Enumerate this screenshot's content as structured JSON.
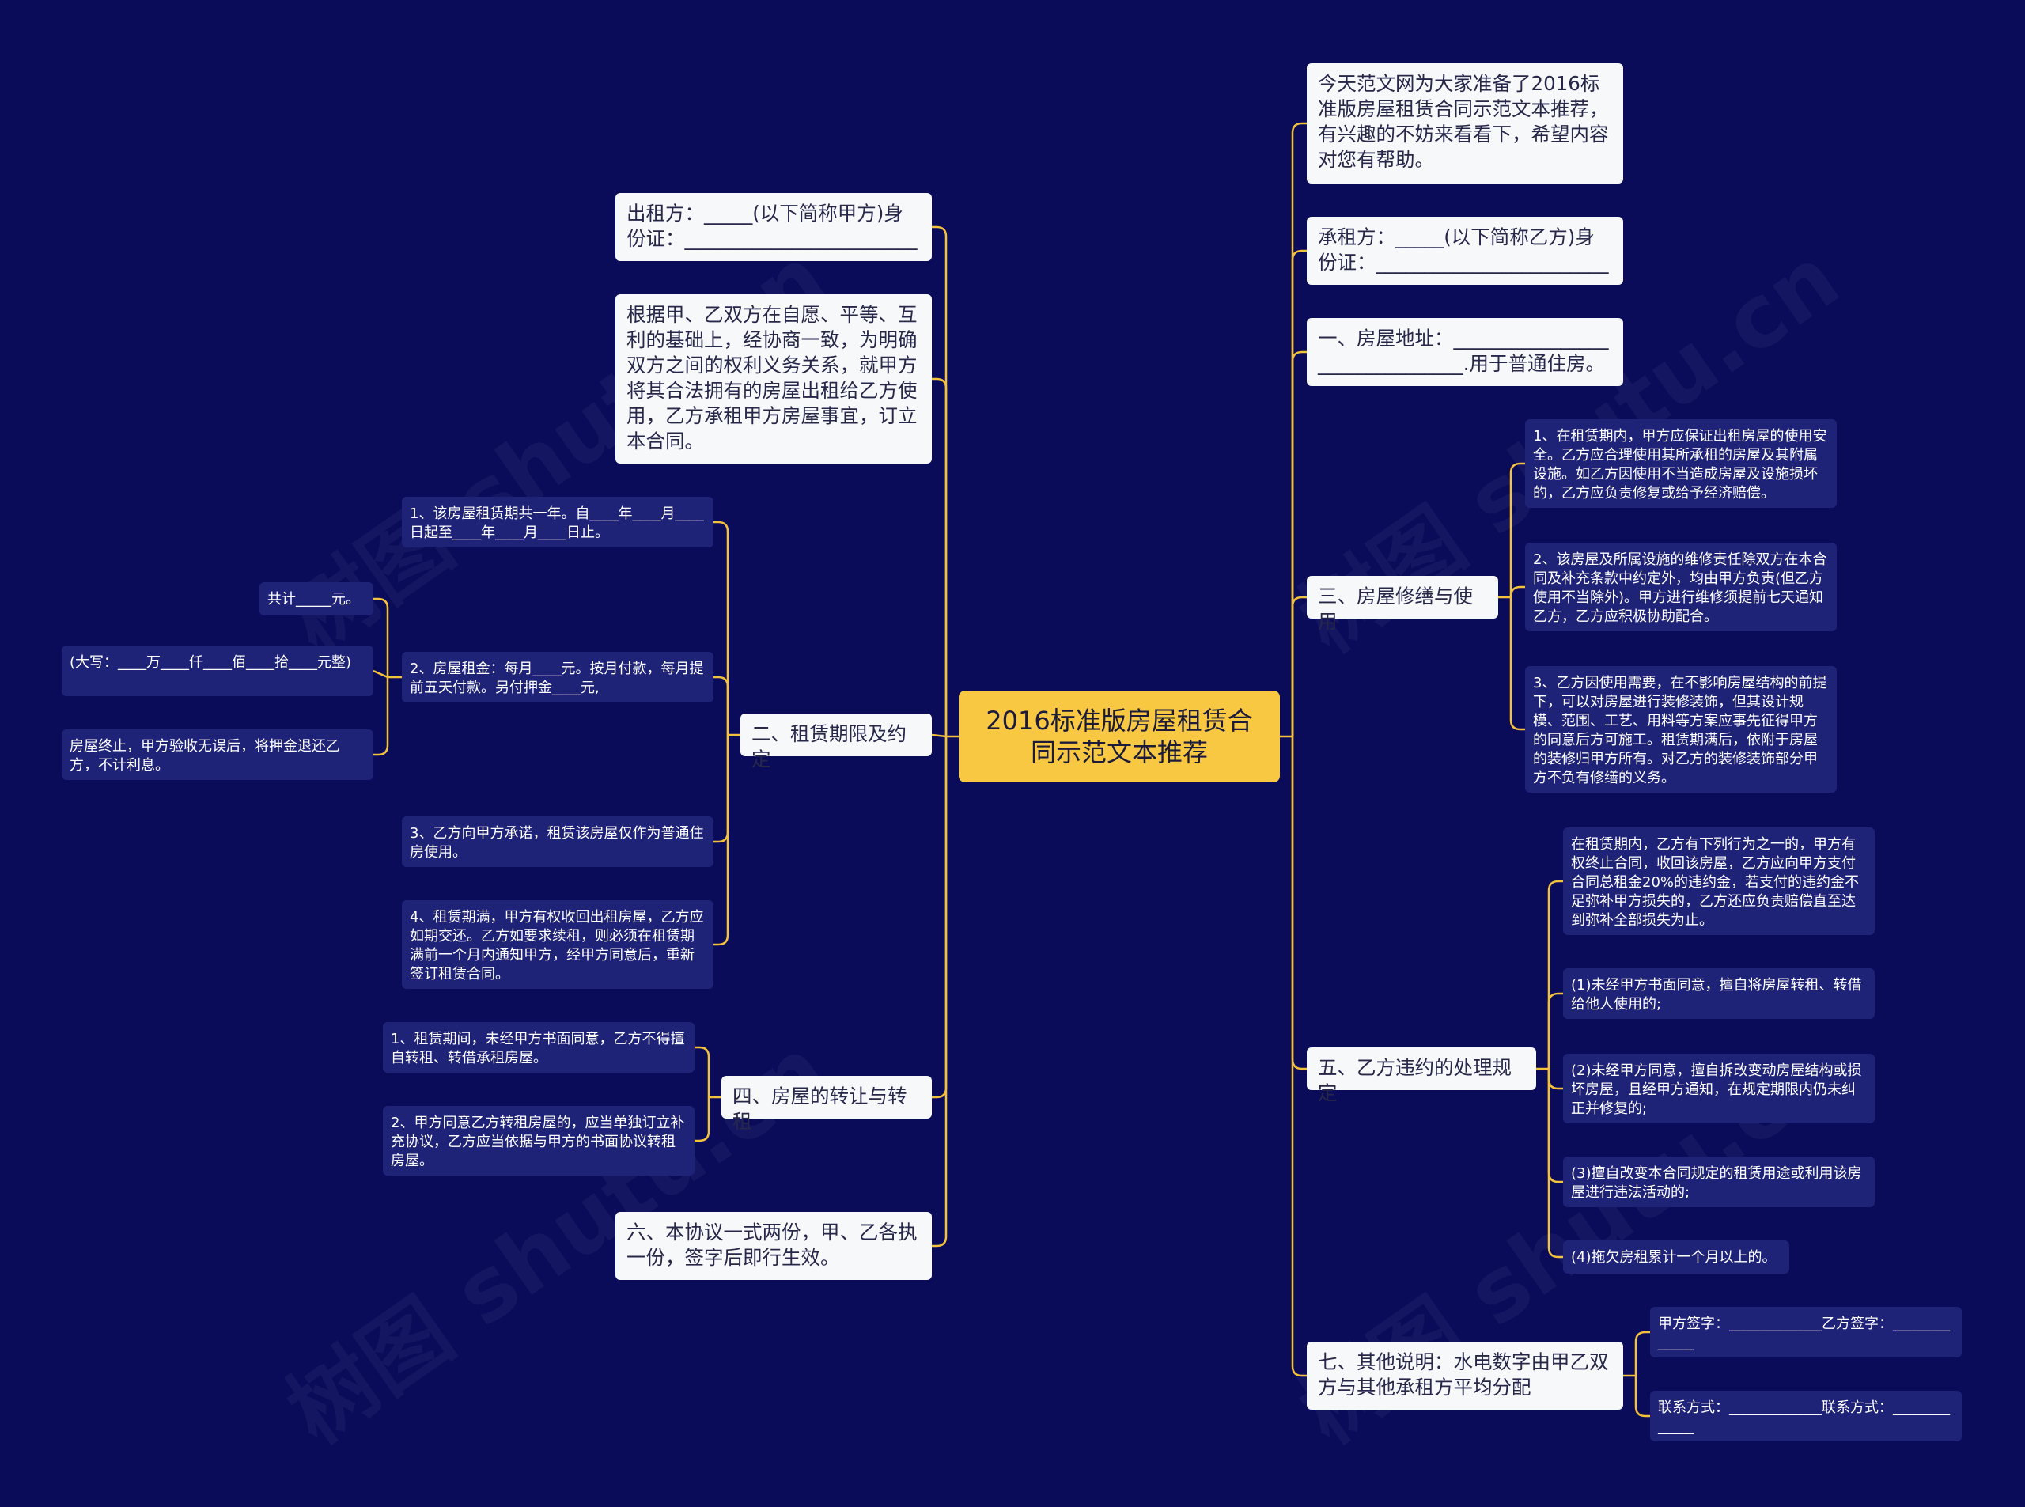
{
  "root": {
    "text": "2016标准版房屋租赁合同示范文本推荐"
  },
  "right": [
    {
      "text": "今天范文网为大家准备了2016标准版房屋租赁合同示范文本推荐，有兴趣的不妨来看看下，希望内容对您有帮助。"
    },
    {
      "text": "承租方：_____(以下简称乙方)身份证：________________________"
    },
    {
      "text": "一、房屋地址：_______________________________.用于普通住房。"
    },
    {
      "text": "三、房屋修缮与使用",
      "children": [
        "1、在租赁期内，甲方应保证出租房屋的使用安全。乙方应合理使用其所承租的房屋及其附属设施。如乙方因使用不当造成房屋及设施损坏的，乙方应负责修复或给予经济赔偿。",
        "2、该房屋及所属设施的维修责任除双方在本合同及补充条款中约定外，均由甲方负责(但乙方使用不当除外)。甲方进行维修须提前七天通知乙方，乙方应积极协助配合。",
        "3、乙方因使用需要，在不影响房屋结构的前提下，可以对房屋进行装修装饰，但其设计规模、范围、工艺、用料等方案应事先征得甲方的同意后方可施工。租赁期满后，依附于房屋的装修归甲方所有。对乙方的装修装饰部分甲方不负有修缮的义务。"
      ]
    },
    {
      "text": "五、乙方违约的处理规定",
      "children": [
        "在租赁期内，乙方有下列行为之一的，甲方有权终止合同，收回该房屋，乙方应向甲方支付合同总租金20%的违约金，若支付的违约金不足弥补甲方损失的，乙方还应负责赔偿直至达到弥补全部损失为止。",
        "(1)未经甲方书面同意，擅自将房屋转租、转借给他人使用的;",
        "(2)未经甲方同意，擅自拆改变动房屋结构或损坏房屋，且经甲方通知，在规定期限内仍未纠正并修复的;",
        "(3)擅自改变本合同规定的租赁用途或利用该房屋进行违法活动的;",
        "(4)拖欠房租累计一个月以上的。"
      ]
    },
    {
      "text": "七、其他说明：水电数字由甲乙双方与其他承租方平均分配",
      "children": [
        "甲方签字：_____________乙方签字：_____________",
        "联系方式：_____________联系方式：_____________"
      ]
    }
  ],
  "left": [
    {
      "text": "出租方：_____(以下简称甲方)身份证：________________________"
    },
    {
      "text": "根据甲、乙双方在自愿、平等、互利的基础上，经协商一致，为明确双方之间的权利义务关系，就甲方将其合法拥有的房屋出租给乙方使用，乙方承租甲方房屋事宜，订立本合同。"
    },
    {
      "text": "二、租赁期限及约定",
      "children": [
        {
          "text": "1、该房屋租赁期共一年。自____年____月____日起至____年____月____日止。"
        },
        {
          "text": "2、房屋租金：每月____元。按月付款，每月提前五天付款。另付押金____元,",
          "children": [
            "共计_____元。",
            "(大写：____万____仟____佰____拾____元整)",
            "房屋终止，甲方验收无误后，将押金退还乙方，不计利息。"
          ]
        },
        {
          "text": "3、乙方向甲方承诺，租赁该房屋仅作为普通住房使用。"
        },
        {
          "text": "4、租赁期满，甲方有权收回出租房屋，乙方应如期交还。乙方如要求续租，则必须在租赁期满前一个月内通知甲方，经甲方同意后，重新签订租赁合同。"
        }
      ]
    },
    {
      "text": "四、房屋的转让与转租",
      "children": [
        {
          "text": "1、租赁期间，未经甲方书面同意，乙方不得擅自转租、转借承租房屋。"
        },
        {
          "text": "2、甲方同意乙方转租房屋的，应当单独订立补充协议，乙方应当依据与甲方的书面协议转租房屋。"
        }
      ]
    },
    {
      "text": "六、本协议一式两份，甲、乙各执一份，签字后即行生效。"
    }
  ],
  "watermark": "树图 shutu.cn",
  "colors": {
    "background": "#0a0c5a",
    "root": "#f9c843",
    "branch": "#f7f8fa",
    "leaf": "#1f2378",
    "line": "#f3c13a"
  }
}
